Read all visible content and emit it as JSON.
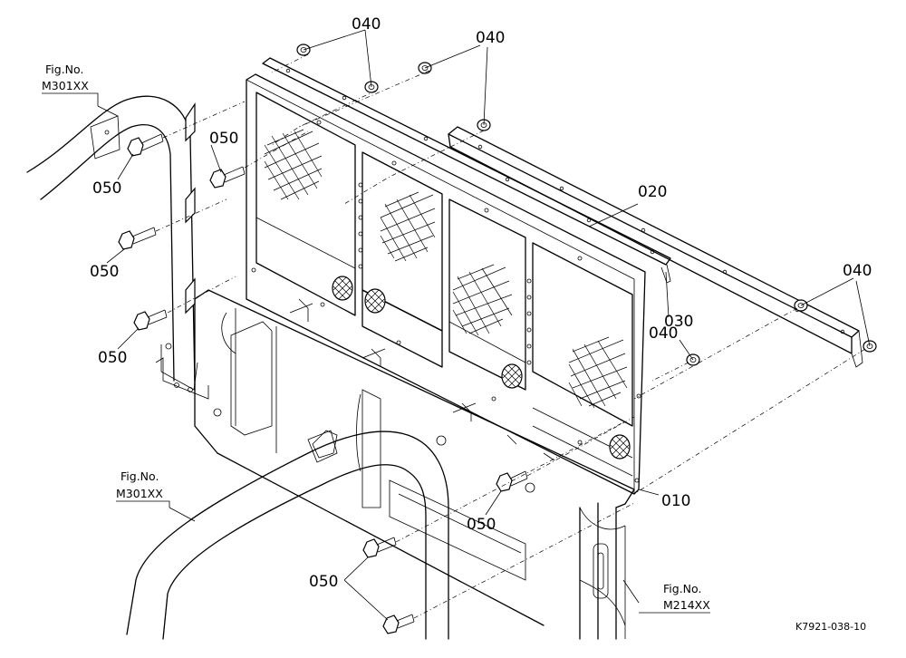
{
  "part_numbers": {
    "p040": "040",
    "p050": "050",
    "p020": "020",
    "p030": "030",
    "p010": "010"
  },
  "fig_refs": {
    "fig_label": "Fig.No.",
    "m301": "M301XX",
    "m214": "M214XX"
  },
  "drawing_code": "K7921-038-10"
}
